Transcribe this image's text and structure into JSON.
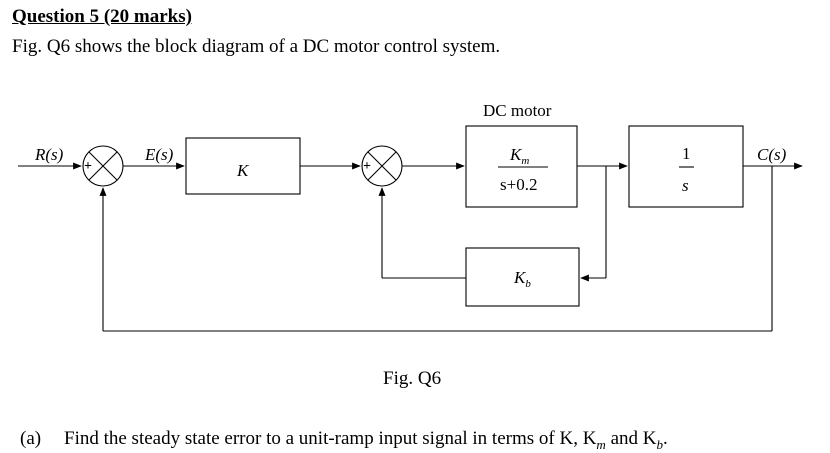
{
  "heading": {
    "title": "Question 5 (20 marks)",
    "intro": "Fig. Q6 shows the block diagram of a DC motor control system."
  },
  "diagram": {
    "input_label": "R(s)",
    "error_label": "E(s)",
    "output_label": "C(s)",
    "sum1_plus": "+",
    "sum1_minus": "-",
    "sum2_plus": "+",
    "sum2_minus": "-",
    "gain_block": "K",
    "motor_title": "DC motor",
    "motor_num_base": "K",
    "motor_num_sub": "m",
    "motor_den": "s+0.2",
    "integrator_num": "1",
    "integrator_den": "s",
    "feedback_base": "K",
    "feedback_sub": "b"
  },
  "caption": "Fig. Q6",
  "question": {
    "label": "(a)",
    "text": "Find the steady state error to a unit-ramp input signal in terms of K, K",
    "sub_m": "m",
    "text_and": " and K",
    "sub_b": "b",
    "text_end": "."
  }
}
